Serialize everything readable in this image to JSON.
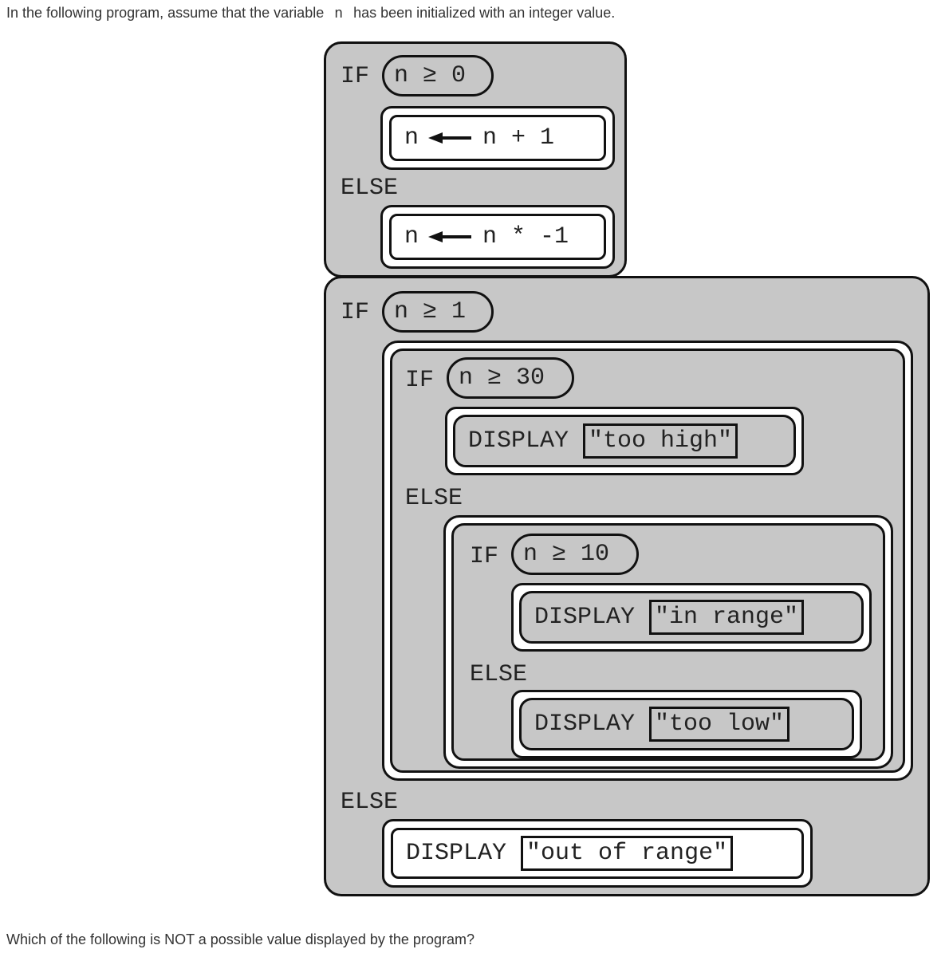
{
  "prompt": {
    "before": "In the following program, assume that the variable",
    "variable": "n",
    "after": "has been initialized with an integer value."
  },
  "block1": {
    "if_kw": "IF",
    "condition": "n ≥ 0",
    "then_lhs": "n",
    "then_rhs": "n + 1",
    "else_kw": "ELSE",
    "else_lhs": "n",
    "else_rhs": "n * -1",
    "arrow_icon": "left-arrow-icon"
  },
  "block2": {
    "if_kw": "IF",
    "condition": "n ≥ 1",
    "inner_if_kw": "IF",
    "inner_condition": "n ≥ 30",
    "display_kw": "DISPLAY",
    "too_high": "\"too high\"",
    "inner_else_kw": "ELSE",
    "nested_if_kw": "IF",
    "nested_condition": "n ≥ 10",
    "in_range": "\"in range\"",
    "nested_else_kw": "ELSE",
    "too_low": "\"too low\"",
    "else_kw": "ELSE",
    "out_of_range": "\"out of range\""
  },
  "question": "Which of the following is NOT a possible value displayed by the program?"
}
